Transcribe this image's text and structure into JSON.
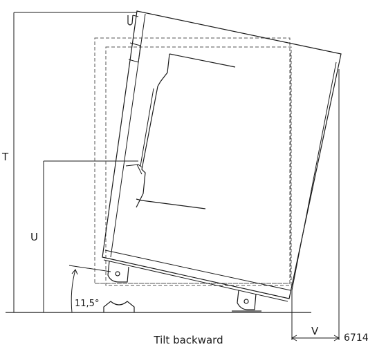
{
  "diagram": {
    "labels": {
      "t": "T",
      "u": "U",
      "v": "V",
      "angle": "11,5°"
    },
    "figure_number": "6714",
    "caption": "Tilt backward"
  }
}
